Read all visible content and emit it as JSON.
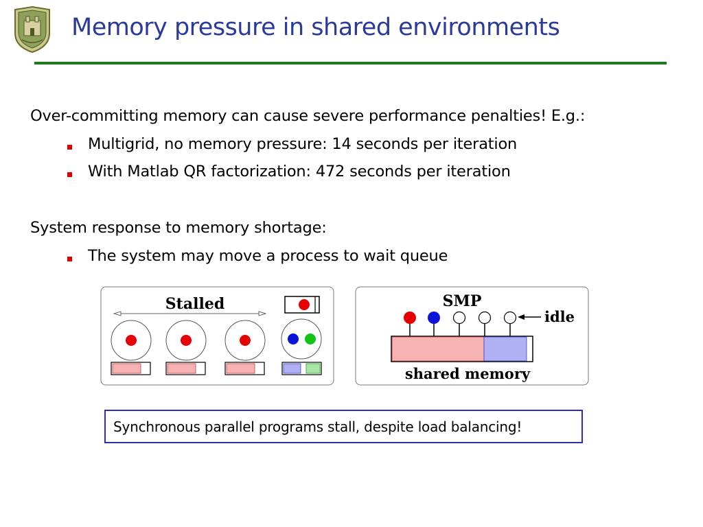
{
  "title": "Memory pressure in shared environments",
  "section1": {
    "text": "Over-committing memory can cause severe performance penalties! E.g.:",
    "bullets": [
      "Multigrid, no memory pressure: 14 seconds per iteration",
      "With Matlab QR factorization: 472 seconds per iteration"
    ]
  },
  "section2": {
    "text": "System response to memory shortage:",
    "bullets": [
      "The system may move a process to wait queue"
    ]
  },
  "figure": {
    "left": {
      "label": "Stalled"
    },
    "right": {
      "title": "SMP",
      "idle_label": "idle",
      "memory_label": "shared memory"
    }
  },
  "note": "Synchronous parallel programs stall, despite load balancing!",
  "colors": {
    "title": "#2a3a9c",
    "rule": "#1e7a1e",
    "bullet": "#e00000",
    "process_red": "#e60000",
    "process_blue": "#0a14d6",
    "process_green": "#12c41a",
    "memory_red": "#f7b2b2",
    "memory_blue": "#b0b0f5",
    "memory_green": "#a8e6a8"
  }
}
